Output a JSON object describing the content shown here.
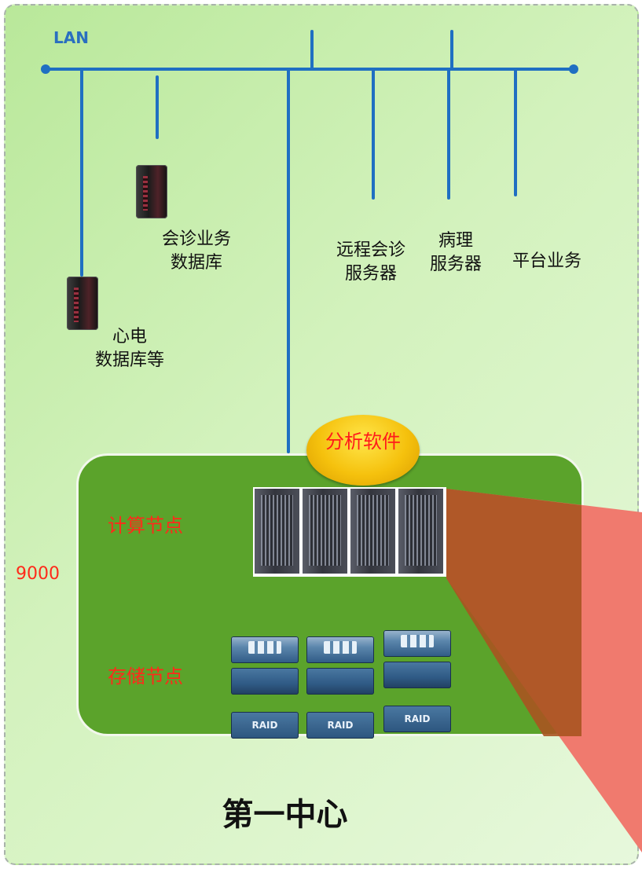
{
  "diagram": {
    "network_label": "LAN",
    "nodes": {
      "consult_db": "会诊业务\n数据库",
      "ecg_db": "心电\n数据库等",
      "remote_consult_server": "远程会诊\n服务器",
      "pathology_server": "病理\n服务器",
      "platform_business": "平台业务",
      "analysis_software": "分析软件",
      "compute_node": "计算节点",
      "storage_node": "存储节点",
      "storage_unit_label": "RAID"
    },
    "side_number": "9000",
    "center_title": "第一中心",
    "colors": {
      "lan_line": "#1f6fc2",
      "center_box": "#5ba32b",
      "red_labels": "#ff2a1a",
      "wedge": "#f07a6e",
      "software_ellipse": "#f5c10d"
    }
  }
}
